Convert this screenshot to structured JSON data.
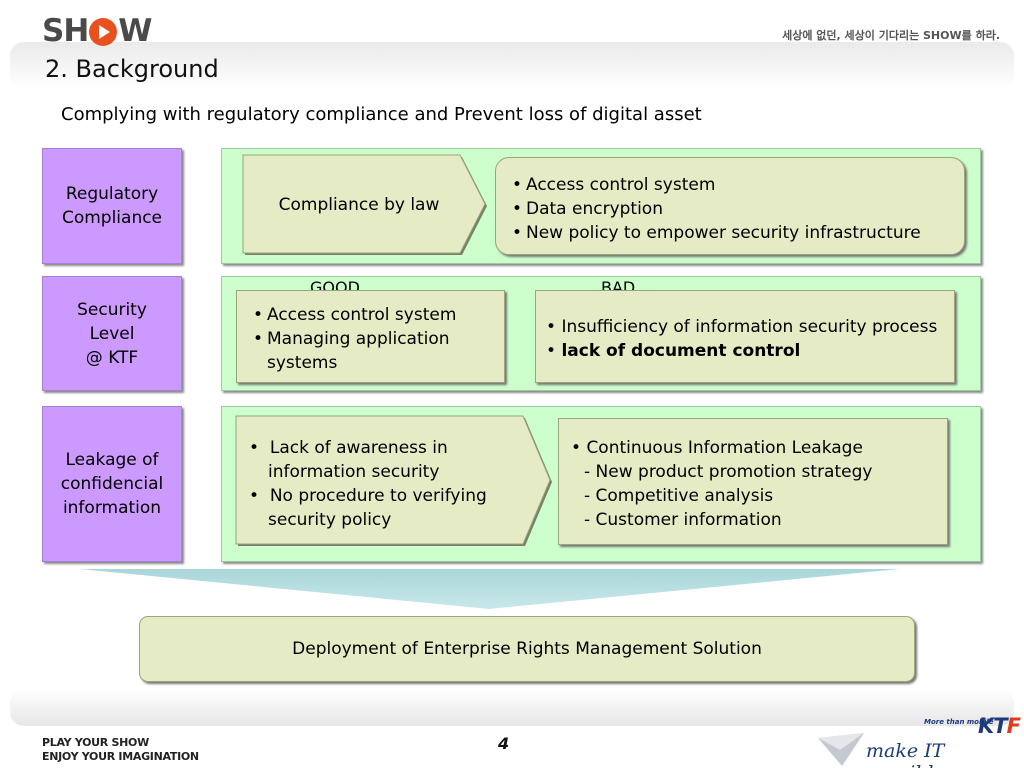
{
  "header": {
    "logo_before": "SH",
    "logo_after": "W",
    "slogan": "세상에 없던, 세상이 기다리는 SHOW를 하라.",
    "title": "2. Background",
    "subtitle": "Complying with regulatory compliance and Prevent loss of digital asset"
  },
  "rows": [
    {
      "label_lines": [
        "Regulatory",
        "Compliance"
      ],
      "left_box": "Compliance by law",
      "right_items": [
        "Access control system",
        "Data encryption",
        "New policy to empower security infrastructure"
      ]
    },
    {
      "label_lines": [
        "Security",
        "Level",
        "@ KTF"
      ],
      "good_header": "GOOD",
      "bad_header": "BAD",
      "good_items": [
        "Access control system",
        "Managing application",
        "systems"
      ],
      "bad_items": [
        "Insufficiency of information security process",
        "lack of document control"
      ]
    },
    {
      "label_lines": [
        "Leakage of",
        "confidencial",
        "information"
      ],
      "left_items": [
        "Lack of awareness in",
        "information security",
        "No procedure to verifying",
        "security policy"
      ],
      "right_heading": "Continuous Information Leakage",
      "right_lines": [
        "- New product promotion strategy",
        "- Competitive analysis",
        "- Customer information"
      ]
    }
  ],
  "conclusion": "Deployment of Enterprise Rights Management Solution",
  "footer": {
    "play_line1": "PLAY YOUR SHOW",
    "play_line2": "ENJOY YOUR IMAGINATION",
    "page_number": "4",
    "more_than_mobile": "More than mobile",
    "ktf_kt": "KT",
    "ktf_f": "F",
    "make_it_possible": "make IT possible"
  },
  "colors": {
    "label_fill": "#cc99ff",
    "panel_fill": "#ccffcc",
    "box_fill": "#e5ebc4",
    "bar_fill": "#b5dde0"
  }
}
